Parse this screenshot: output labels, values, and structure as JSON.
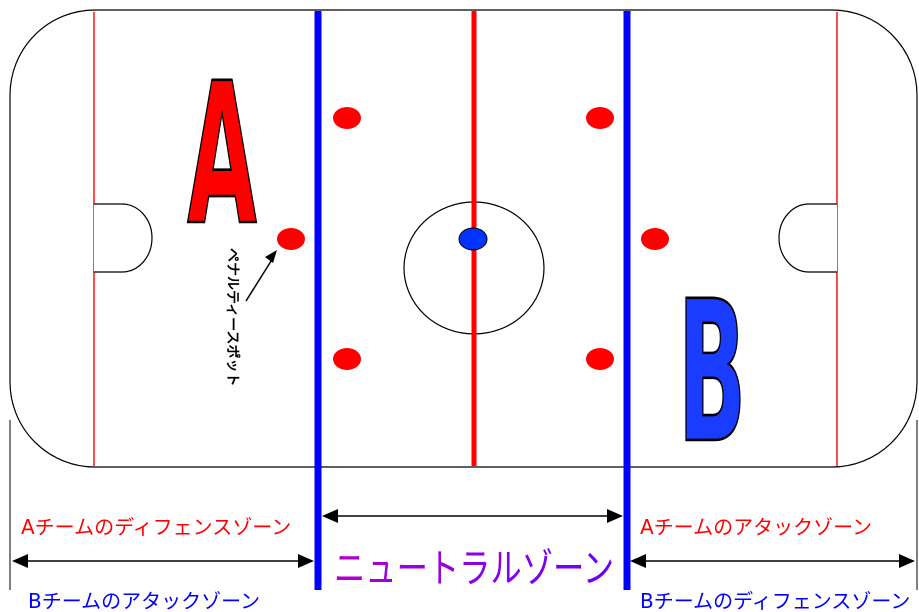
{
  "rink": {
    "team_a_letter": "A",
    "team_b_letter": "B",
    "penalty_spot_label": "ペナルティースポット"
  },
  "zones": {
    "top_left": "Aチームのディフェンスゾーン",
    "top_right": "Aチームのアタックゾーン",
    "center": "ニュートラルゾーン",
    "bottom_left": "Bチームのアタックゾーン",
    "bottom_right": "Bチームのディフェンスゾーン"
  },
  "colors": {
    "red": "#ff0000",
    "blue": "#0000ff",
    "team_a_fill": "#ff0000",
    "team_b_fill": "#1a3cff",
    "zone_top": "#ff0000",
    "zone_bottom": "#0000ff",
    "neutral_start": "#b000d0",
    "neutral_end": "#6a00ff"
  }
}
